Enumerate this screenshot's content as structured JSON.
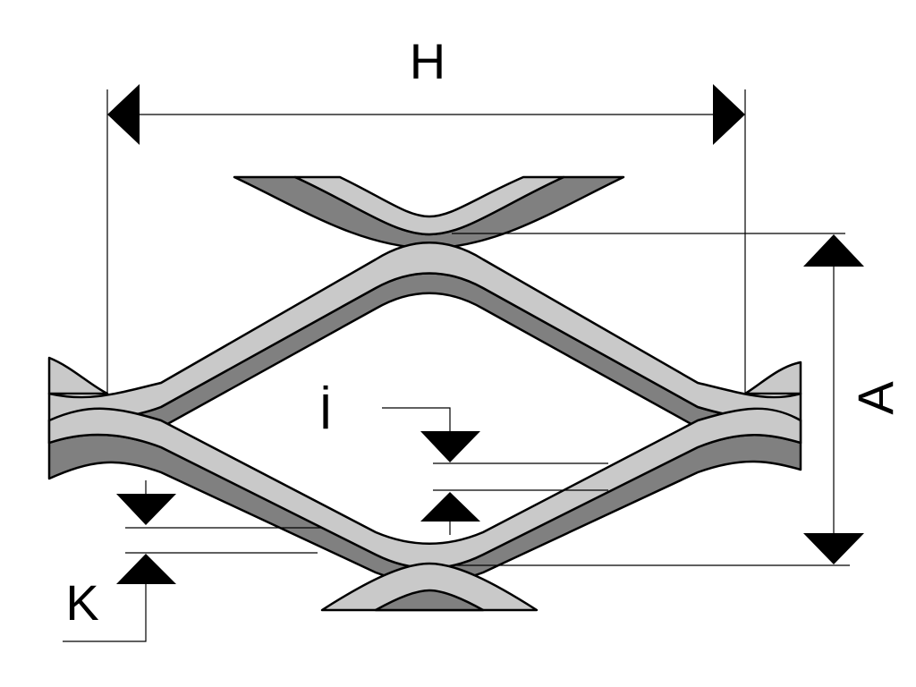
{
  "diagram": {
    "labels": {
      "width": "H",
      "height": "A",
      "strand_width": "İ",
      "strand_thickness": "K"
    },
    "colors": {
      "strand_face": "#c9c9c9",
      "strand_side": "#808080",
      "lines": "#000000"
    }
  }
}
